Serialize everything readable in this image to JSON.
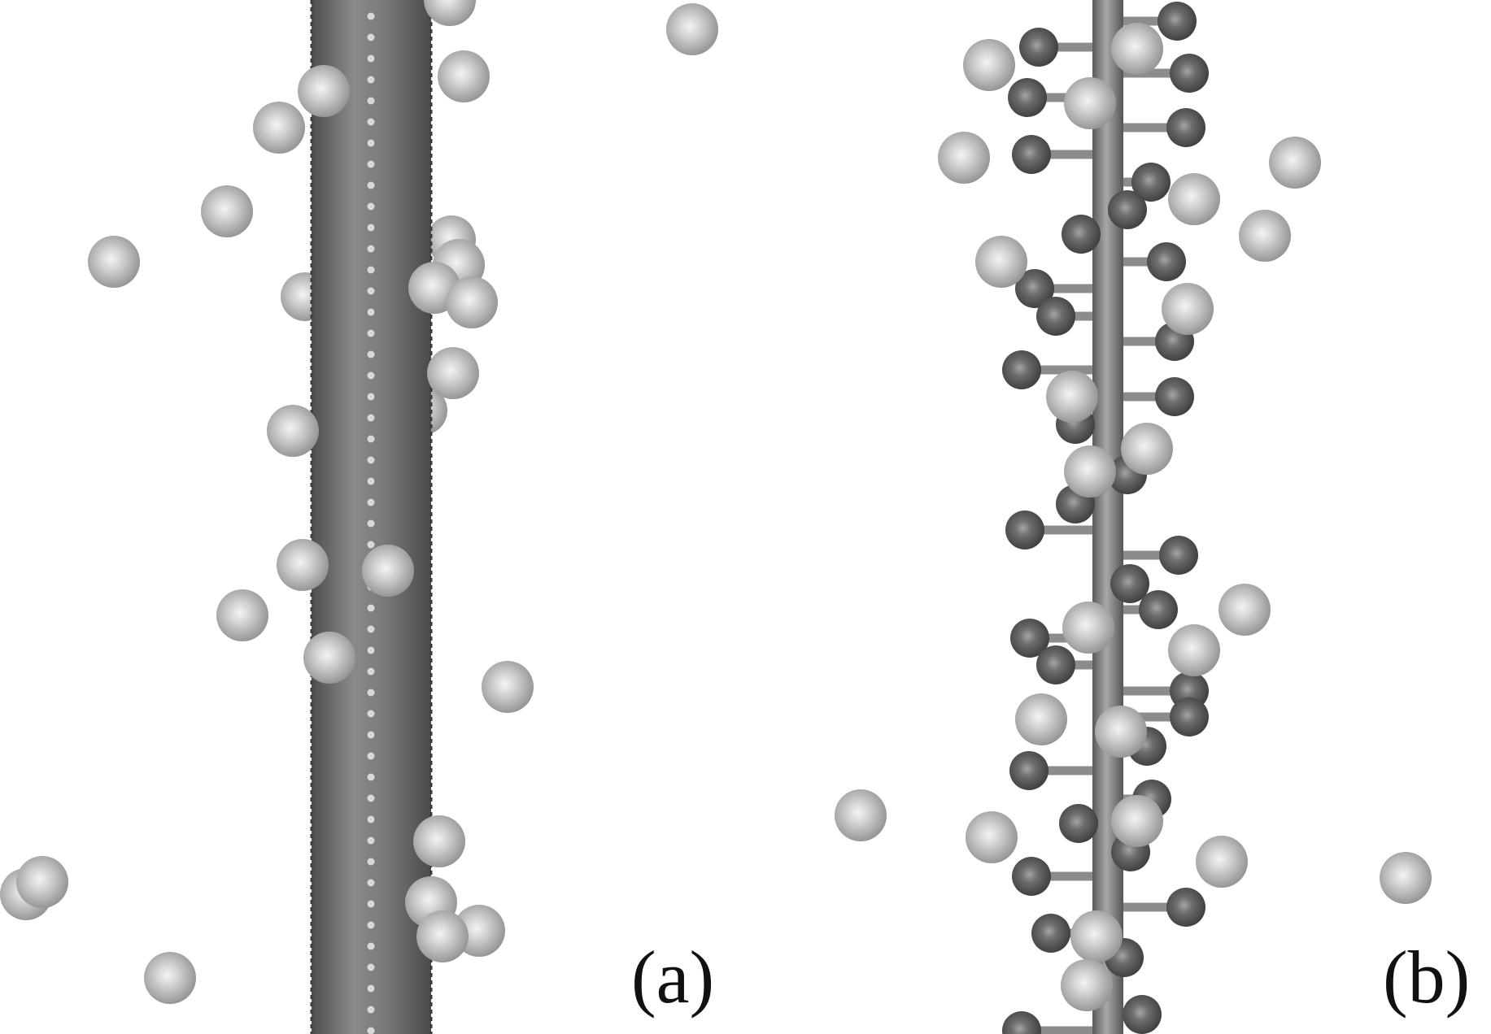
{
  "panels": [
    {
      "id": "a",
      "label": "(a)",
      "structure": "solid-cylinder-rod"
    },
    {
      "id": "b",
      "label": "(b)",
      "structure": "thin-rod-with-side-chains"
    }
  ],
  "colors": {
    "background": "#ffffff",
    "rod_solid": "#6f6f6f",
    "rod_highlight": "#9a9a9a",
    "bead": "#c8c8c8",
    "free_sphere": "#bdbdbd",
    "bound_sphere": "#5f5f5f",
    "stick": "#8a8a8a"
  }
}
